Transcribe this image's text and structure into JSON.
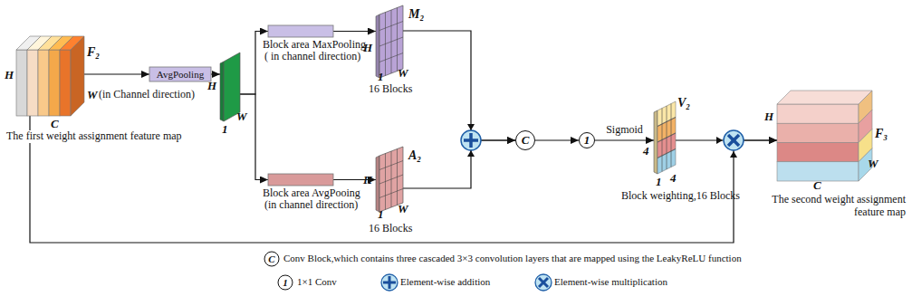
{
  "diagram": {
    "nodes": [
      {
        "text": [
          "F₂",
          "H",
          "C",
          "W",
          "The first weight assignment feature map"
        ]
      },
      {
        "text": [
          "AvgPooling",
          "(in Channel direction)"
        ]
      },
      {
        "text": [
          "H",
          "1",
          "W"
        ]
      },
      {
        "text": [
          "Block area MaxPooling",
          "( in channel direction)"
        ]
      },
      {
        "text": [
          "Block area AvgPooing",
          "(in channel direction)"
        ]
      },
      {
        "text": [
          "M₂",
          "H",
          "W",
          "1",
          "16 Blocks"
        ]
      },
      {
        "text": [
          "A₂",
          "H",
          "W",
          "1",
          "16 Blocks"
        ]
      },
      {
        "text": [
          "C"
        ]
      },
      {
        "text": [
          "1"
        ]
      },
      {
        "text": [
          "V₂",
          "4",
          "4",
          "1",
          "Block weighting,16 Blocks"
        ]
      },
      {
        "text": [
          "F₃",
          "H",
          "C",
          "W",
          "The second weight assignment feature map"
        ]
      }
    ],
    "edges": [
      {
        "from": 0,
        "to": 1,
        "arrow": "to"
      },
      {
        "from": 1,
        "to": 2,
        "arrow": "to"
      },
      {
        "from": 2,
        "to": 3,
        "arrow": "to"
      },
      {
        "from": 2,
        "to": 4,
        "arrow": "to"
      },
      {
        "from": 3,
        "to": 5,
        "arrow": "to"
      },
      {
        "from": 4,
        "to": 6,
        "arrow": "to"
      },
      {
        "from": 5,
        "to": 7,
        "arrow": "to"
      },
      {
        "from": 6,
        "to": 7,
        "arrow": "to"
      },
      {
        "from": 7,
        "to": 8,
        "arrow": "to"
      },
      {
        "from": 8,
        "to": 9,
        "label": "Sigmoid",
        "arrow": "to"
      },
      {
        "from": 9,
        "to": 10,
        "arrow": "to"
      },
      {
        "from": 0,
        "to": 10,
        "arrow": "to"
      }
    ],
    "labels": [
      "C",
      "1"
    ],
    "legend": [
      {
        "text": "Conv Block,which contains three cascaded 3×3 convolution layers that are mapped using the LeakyReLU function"
      },
      {
        "text": "1×1 Conv"
      },
      {
        "text": "Element-wise addition"
      },
      {
        "text": "Element-wise multiplication"
      }
    ]
  }
}
